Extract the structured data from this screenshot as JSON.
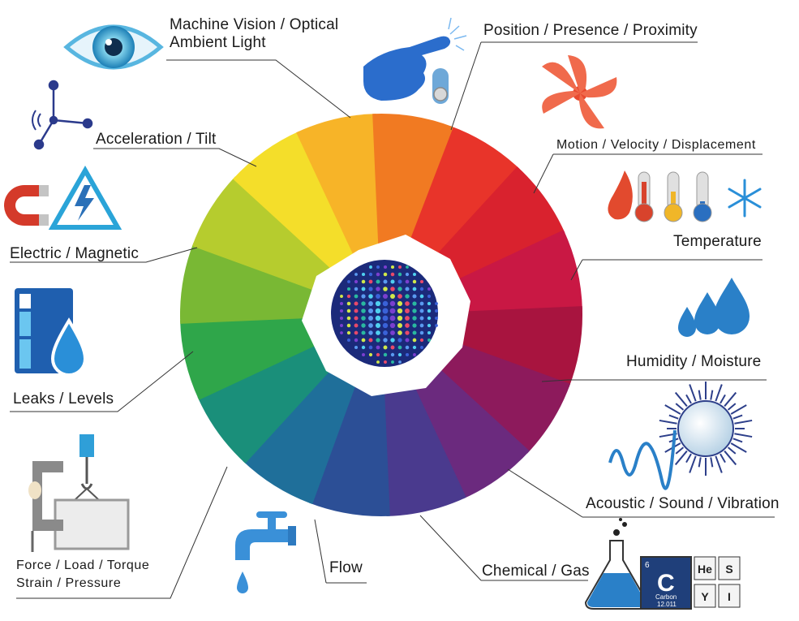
{
  "diagram": {
    "categories": [
      {
        "id": "machine_vision",
        "label": "Machine Vision / Optical\nAmbient Light",
        "icon": "eye-icon"
      },
      {
        "id": "position",
        "label": "Position / Presence / Proximity",
        "icon": "pointing-hand-icon"
      },
      {
        "id": "motion",
        "label": "Motion / Velocity / Displacement",
        "icon": "fan-icon"
      },
      {
        "id": "temperature",
        "label": "Temperature",
        "icon": "thermometers-icon"
      },
      {
        "id": "humidity",
        "label": "Humidity / Moisture",
        "icon": "water-drops-icon"
      },
      {
        "id": "acoustic",
        "label": "Acoustic / Sound / Vibration",
        "icon": "sound-burst-icon"
      },
      {
        "id": "chemical",
        "label": "Chemical / Gas",
        "icon": "flask-periodic-icon"
      },
      {
        "id": "flow",
        "label": "Flow",
        "icon": "faucet-icon"
      },
      {
        "id": "force",
        "label": "Force / Load / Torque\nStrain / Pressure",
        "icon": "clamp-crane-icon"
      },
      {
        "id": "leaks",
        "label": "Leaks / Levels",
        "icon": "tank-drop-icon"
      },
      {
        "id": "electric",
        "label": "Electric / Magnetic",
        "icon": "magnet-warning-icon"
      },
      {
        "id": "acceleration",
        "label": "Acceleration / Tilt",
        "icon": "axes-icon"
      }
    ],
    "periodic": {
      "carbon_symbol": "C",
      "carbon_number": "6",
      "carbon_name": "Carbon",
      "carbon_mass": "12.011",
      "tiles": [
        "He",
        "S",
        "Y",
        "I"
      ]
    },
    "wheel_colors": [
      "#e8342a",
      "#d9222e",
      "#c91844",
      "#a8143f",
      "#8d1a5c",
      "#6b2a7e",
      "#4a3a8e",
      "#2c4f96",
      "#1f6f9a",
      "#1a8f7a",
      "#2fa64a",
      "#79b834",
      "#b6cc2e",
      "#f4de2a",
      "#f7b428",
      "#f17a22"
    ],
    "accent_blue": "#2a6fc0"
  }
}
